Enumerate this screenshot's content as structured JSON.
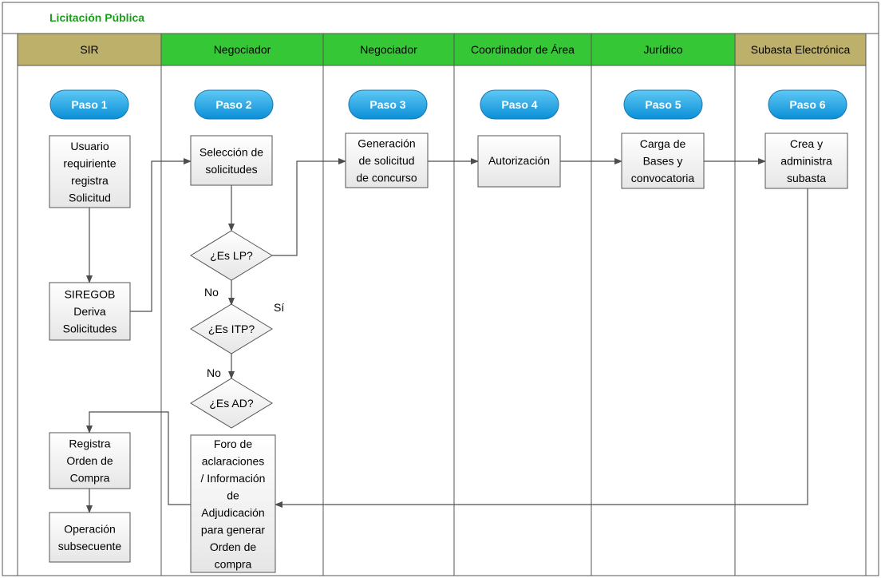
{
  "title": "Licitación Pública",
  "colors": {
    "title": "#1a9e1a",
    "lane_green": "#36c736",
    "lane_gold": "#bcb06a",
    "step_fill": "#1aa3e8",
    "box_fill": "#f2f2f2",
    "line": "#4d4d4d"
  },
  "lanes": [
    {
      "label": "SIR",
      "color": "gold"
    },
    {
      "label": "Negociador",
      "color": "green"
    },
    {
      "label": "Negociador",
      "color": "green"
    },
    {
      "label": "Coordinador de Área",
      "color": "green"
    },
    {
      "label": "Jurídico",
      "color": "green"
    },
    {
      "label": "Subasta Electrónica",
      "color": "gold"
    }
  ],
  "steps": [
    "Paso 1",
    "Paso 2",
    "Paso 3",
    "Paso 4",
    "Paso 5",
    "Paso 6"
  ],
  "processes": {
    "usuario": [
      "Usuario",
      "requiriente",
      "registra",
      "Solicitud"
    ],
    "siregob": [
      "SIREGOB",
      "Deriva",
      "Solicitudes"
    ],
    "seleccion": [
      "Selección de",
      "solicitudes"
    ],
    "generacion": [
      "Generación",
      "de solicitud",
      "de concurso"
    ],
    "autorizacion": [
      "Autorización"
    ],
    "carga": [
      "Carga de",
      "Bases y",
      "convocatoria"
    ],
    "crea": [
      "Crea y",
      "administra",
      "subasta"
    ],
    "registra": [
      "Registra",
      "Orden de",
      "Compra"
    ],
    "operacion": [
      "Operación",
      "subsecuente"
    ],
    "foro": [
      "Foro de",
      "aclaraciones",
      "/ Información",
      "de",
      "Adjudicación",
      "para generar",
      "Orden de",
      "compra"
    ]
  },
  "decisions": {
    "lp": "¿Es LP?",
    "itp": "¿Es ITP?",
    "ad": "¿Es AD?"
  },
  "edge_labels": {
    "no1": "No",
    "si": "Sí",
    "no2": "No"
  }
}
